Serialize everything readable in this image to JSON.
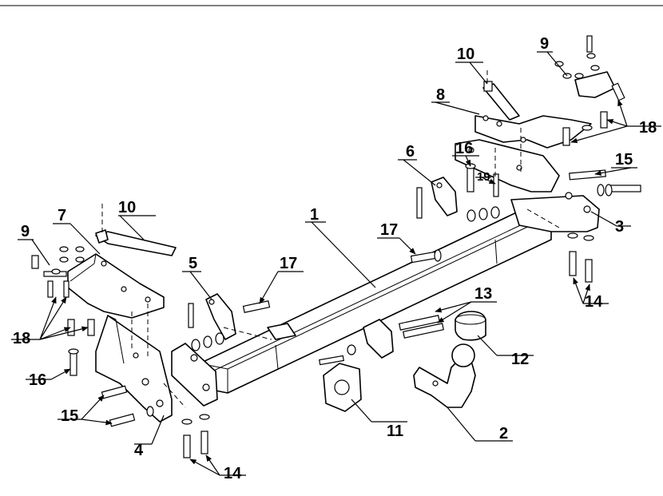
{
  "diagram": {
    "labels": {
      "l1": "1",
      "l2": "2",
      "l3": "3",
      "l4": "4",
      "l5": "5",
      "l6": "6",
      "l7": "7",
      "l8": "8",
      "l9a": "9",
      "l9b": "9",
      "l10a": "10",
      "l10b": "10",
      "l11": "11",
      "l12": "12",
      "l13": "13",
      "l14a": "14",
      "l14b": "14",
      "l15a": "15",
      "l15b": "15",
      "l16a": "16",
      "l16b": "16",
      "l17a": "17",
      "l17b": "17",
      "l18a": "18",
      "l18b": "18",
      "l19": "19"
    }
  }
}
